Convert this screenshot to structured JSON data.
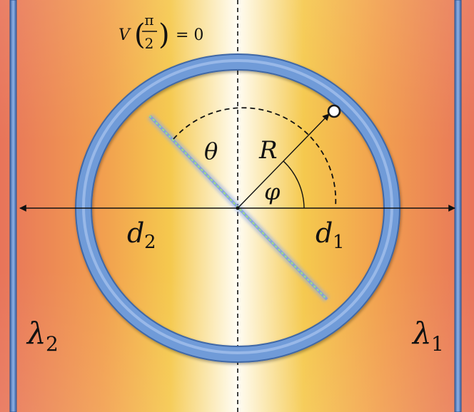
{
  "background": {
    "edge_color": "#e8745a",
    "mid_color": "#f5c94e",
    "center_color": "#fffdf4"
  },
  "plates": {
    "color": "#5b86c4"
  },
  "ring": {
    "color": "#6f9bd8",
    "outline": "#3f67a6"
  },
  "diameter_line": {
    "color": "#8aa8e8",
    "dots": "#9fe07a"
  },
  "labels": {
    "potential_V": "V",
    "potential_pi": "π",
    "potential_two": "2",
    "potential_eq": "= 0",
    "theta": "θ",
    "R": "R",
    "phi": "φ",
    "d2_base": "d",
    "d2_sub": "2",
    "d1_base": "d",
    "d1_sub": "1",
    "lambda2_base": "λ",
    "lambda2_sub": "2",
    "lambda1_base": "λ",
    "lambda1_sub": "1"
  }
}
